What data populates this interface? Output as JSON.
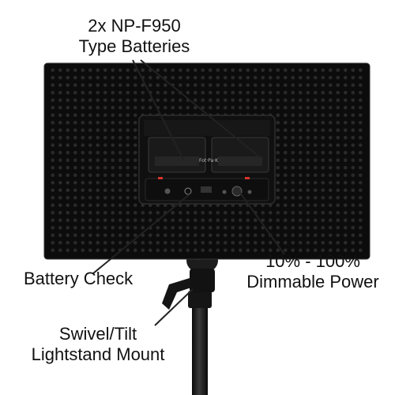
{
  "annotations": {
    "batteries": {
      "line1": "2x NP-F950",
      "line2": "Type Batteries"
    },
    "dimmable": {
      "line1": "10% - 100%",
      "line2": "Dimmable Power"
    },
    "battery_check": {
      "text": "Battery Check"
    },
    "mount": {
      "line1": "Swivel/Tilt",
      "line2": "Lightstand Mount"
    }
  },
  "battery_plate_text": "Fot·Pa·K",
  "colors": {
    "background": "#ffffff",
    "panel": "#0c0c0c",
    "panel_holes": "#262626",
    "battery": "#171717",
    "leader_lines": "#222222",
    "indicator_red": "#d8342a"
  }
}
